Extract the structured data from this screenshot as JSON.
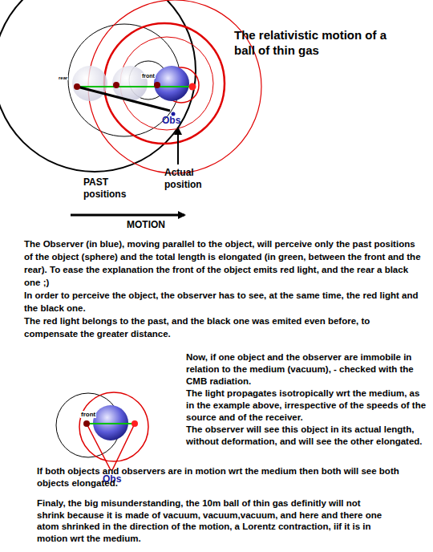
{
  "diagram": {
    "title": "The relativistic motion of a ball of thin gas",
    "labels": [
      "rear",
      "front",
      "Obs",
      "Actual position",
      "PAST positions",
      "MOTION",
      "The Observer (in blue), moving parallel to the object, will perceive only the past positions of the object (sphere) and the total length is elongated (in green, between the front and the rear). To ease the explanation the front of the object emits red light, and the rear a black one ;)",
      "In order to perceive the object, the observer has to see, at the same time, the red light and the black one.",
      "The red light belongs to the past, and the black one was emited even before, to compensate the greater distance.",
      "front",
      "Obs",
      "Now, if one object and the observer are immobile in relation to the medium (vacuum), - checked with the CMB radiation.",
      "The light propagates isotropically wrt the medium, as in the example above, irrespective of the speeds of the source and of the receiver.",
      "The observer will see this object in its actual length, without deformation, and will see the other elongated.",
      "If both objects and observers are in motion wrt the medium then both will see both objects elongated.",
      "Finaly, the big misunderstanding, the 10m ball of thin gas definitly will not shrink because it is made of vacuum, vacuum,vacuum, and here and there one atom shrinked in the direction of the motion, a Lorentz contraction, iif it is in motion wrt the medium."
    ]
  }
}
